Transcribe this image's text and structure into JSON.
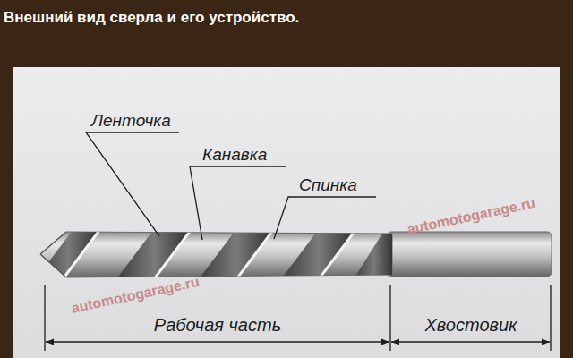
{
  "diagram": {
    "title": "Внешний вид сверла и его устройство.",
    "labels": [
      "Ленточка",
      "Канавка",
      "Спинка",
      "Рабочая часть",
      "Хвостовик",
      "automotogarage.ru",
      "automotogarage.ru"
    ]
  }
}
